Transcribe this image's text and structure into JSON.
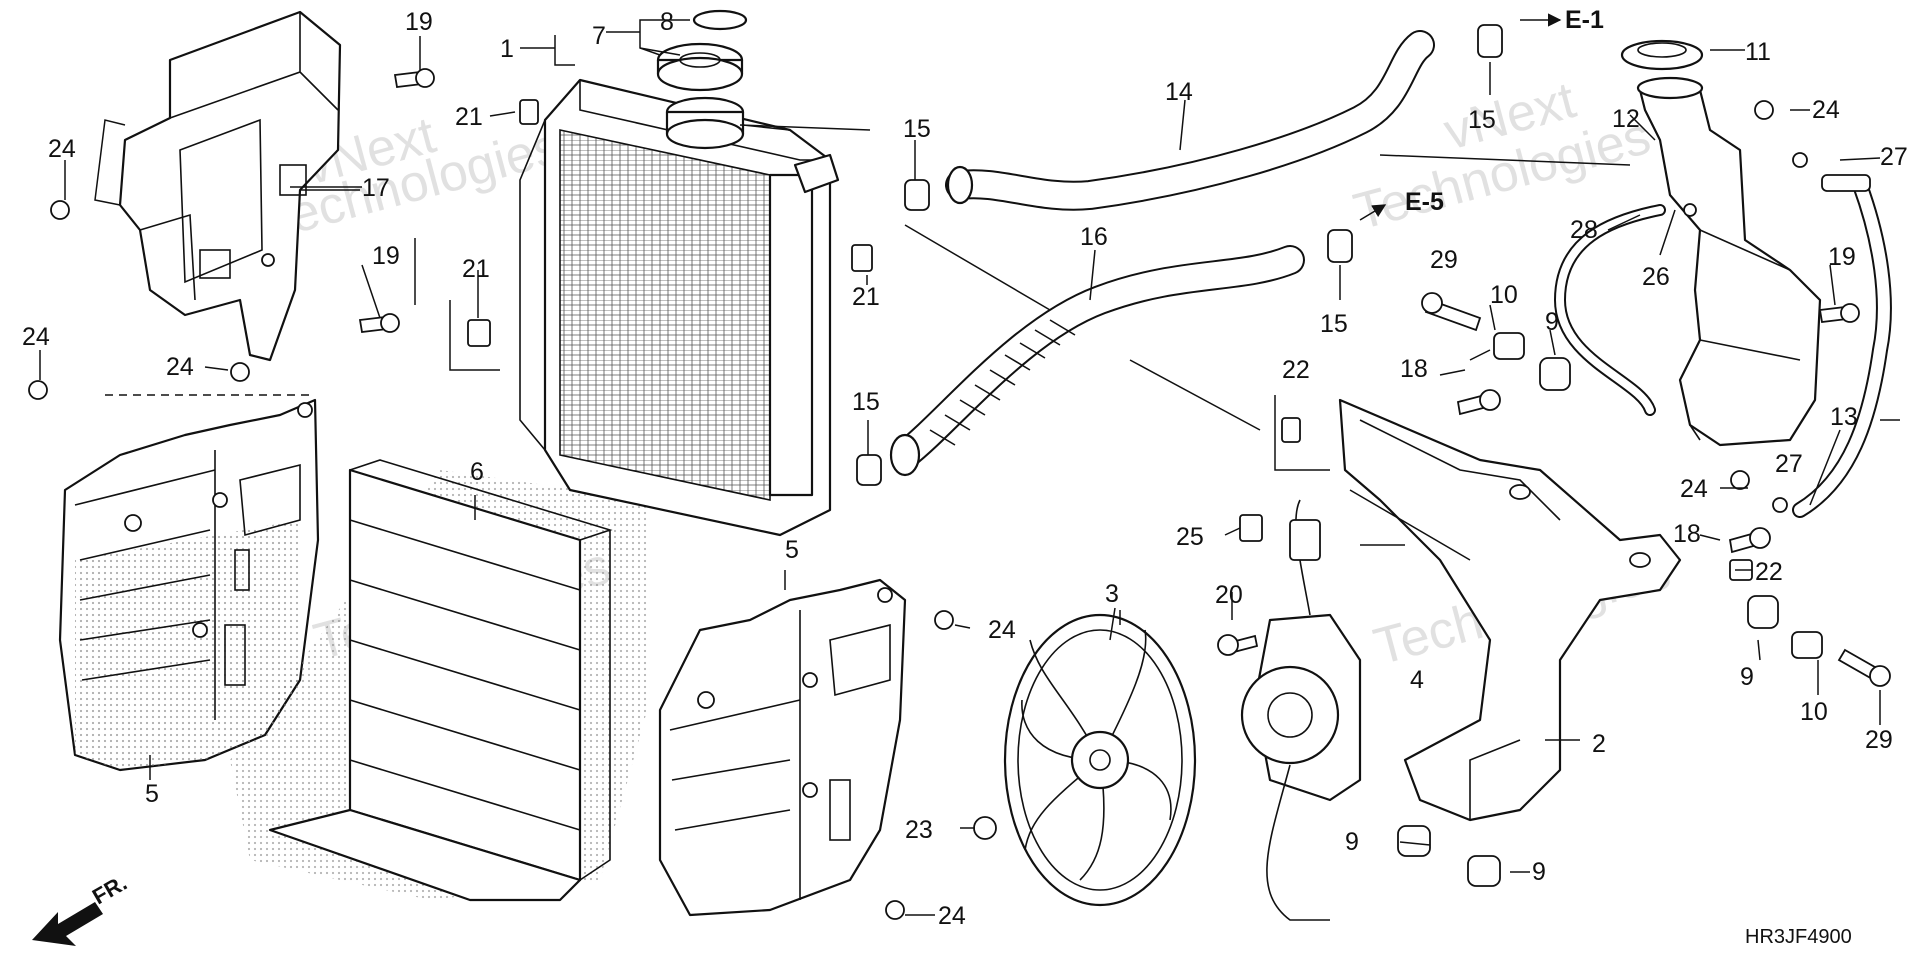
{
  "diagram": {
    "code": "HR3JF4900",
    "direction_label": "FR.",
    "watermark_lines": [
      "vNext",
      "Technologies"
    ],
    "callouts": [
      {
        "id": "c1",
        "text": "1"
      },
      {
        "id": "c2",
        "text": "2"
      },
      {
        "id": "c3",
        "text": "3"
      },
      {
        "id": "c4",
        "text": "4"
      },
      {
        "id": "c5a",
        "text": "5"
      },
      {
        "id": "c5b",
        "text": "5"
      },
      {
        "id": "c6",
        "text": "6"
      },
      {
        "id": "c7",
        "text": "7"
      },
      {
        "id": "c8",
        "text": "8"
      },
      {
        "id": "c9a",
        "text": "9"
      },
      {
        "id": "c9b",
        "text": "9"
      },
      {
        "id": "c9c",
        "text": "9"
      },
      {
        "id": "c9d",
        "text": "9"
      },
      {
        "id": "c10a",
        "text": "10"
      },
      {
        "id": "c10b",
        "text": "10"
      },
      {
        "id": "c11",
        "text": "11"
      },
      {
        "id": "c12",
        "text": "12"
      },
      {
        "id": "c13",
        "text": "13"
      },
      {
        "id": "c14",
        "text": "14"
      },
      {
        "id": "c15a",
        "text": "15"
      },
      {
        "id": "c15b",
        "text": "15"
      },
      {
        "id": "c15c",
        "text": "15"
      },
      {
        "id": "c15d",
        "text": "15"
      },
      {
        "id": "c16",
        "text": "16"
      },
      {
        "id": "c17",
        "text": "17"
      },
      {
        "id": "c18a",
        "text": "18"
      },
      {
        "id": "c18b",
        "text": "18"
      },
      {
        "id": "c19a",
        "text": "19"
      },
      {
        "id": "c19b",
        "text": "19"
      },
      {
        "id": "c19c",
        "text": "19"
      },
      {
        "id": "c20",
        "text": "20"
      },
      {
        "id": "c21a",
        "text": "21"
      },
      {
        "id": "c21b",
        "text": "21"
      },
      {
        "id": "c21c",
        "text": "21"
      },
      {
        "id": "c22a",
        "text": "22"
      },
      {
        "id": "c22b",
        "text": "22"
      },
      {
        "id": "c23",
        "text": "23"
      },
      {
        "id": "c24a",
        "text": "24"
      },
      {
        "id": "c24b",
        "text": "24"
      },
      {
        "id": "c24c",
        "text": "24"
      },
      {
        "id": "c24d",
        "text": "24"
      },
      {
        "id": "c24e",
        "text": "24"
      },
      {
        "id": "c24f",
        "text": "24"
      },
      {
        "id": "c24g",
        "text": "24"
      },
      {
        "id": "c25",
        "text": "25"
      },
      {
        "id": "c26",
        "text": "26"
      },
      {
        "id": "c27a",
        "text": "27"
      },
      {
        "id": "c27b",
        "text": "27"
      },
      {
        "id": "c28",
        "text": "28"
      },
      {
        "id": "c29a",
        "text": "29"
      },
      {
        "id": "c29b",
        "text": "29"
      }
    ],
    "references": [
      {
        "id": "e1",
        "text": "E-1"
      },
      {
        "id": "e5",
        "text": "E-5"
      }
    ]
  }
}
